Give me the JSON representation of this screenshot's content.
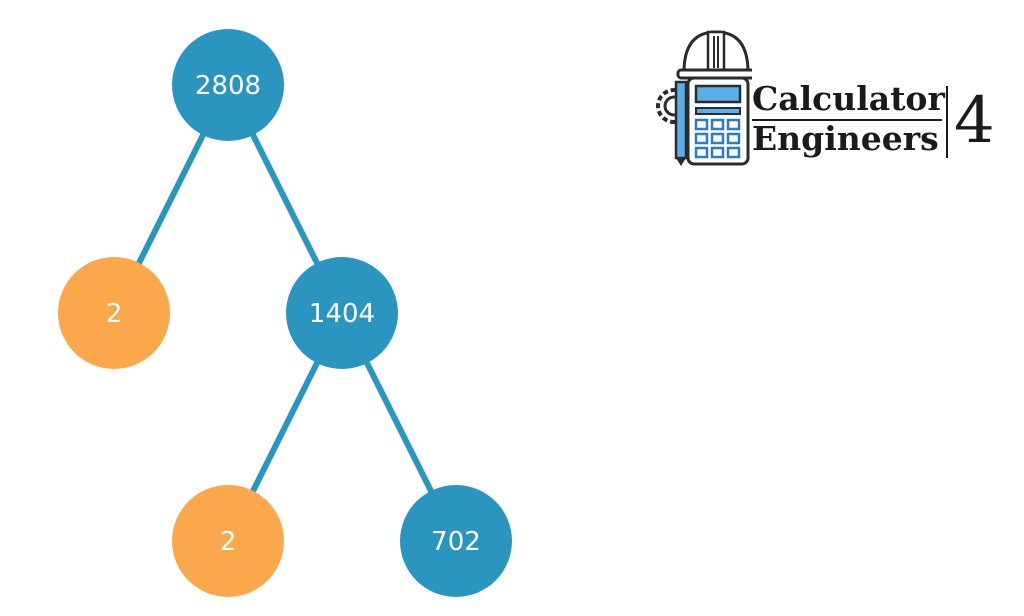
{
  "diagram": {
    "nodes": [
      {
        "id": "n2808",
        "label": "2808",
        "kind": "composite"
      },
      {
        "id": "n2a",
        "label": "2",
        "kind": "prime"
      },
      {
        "id": "n1404",
        "label": "1404",
        "kind": "composite"
      },
      {
        "id": "n2b",
        "label": "2",
        "kind": "prime"
      },
      {
        "id": "n702",
        "label": "702",
        "kind": "composite"
      }
    ],
    "edges": [
      {
        "from": "n2808",
        "to": "n2a"
      },
      {
        "from": "n2808",
        "to": "n1404"
      },
      {
        "from": "n1404",
        "to": "n2b"
      },
      {
        "from": "n1404",
        "to": "n702"
      }
    ]
  },
  "colors": {
    "composite": "#2a96c0",
    "prime": "#fba84c",
    "edge": "#2a96c0",
    "logo_blue": "#2a7bd0",
    "logo_light": "#5bb0ea"
  },
  "logo": {
    "line1": "Calculator",
    "line2": "Engineers",
    "number": "4",
    "icon": "calculator-hardhat-icon"
  }
}
